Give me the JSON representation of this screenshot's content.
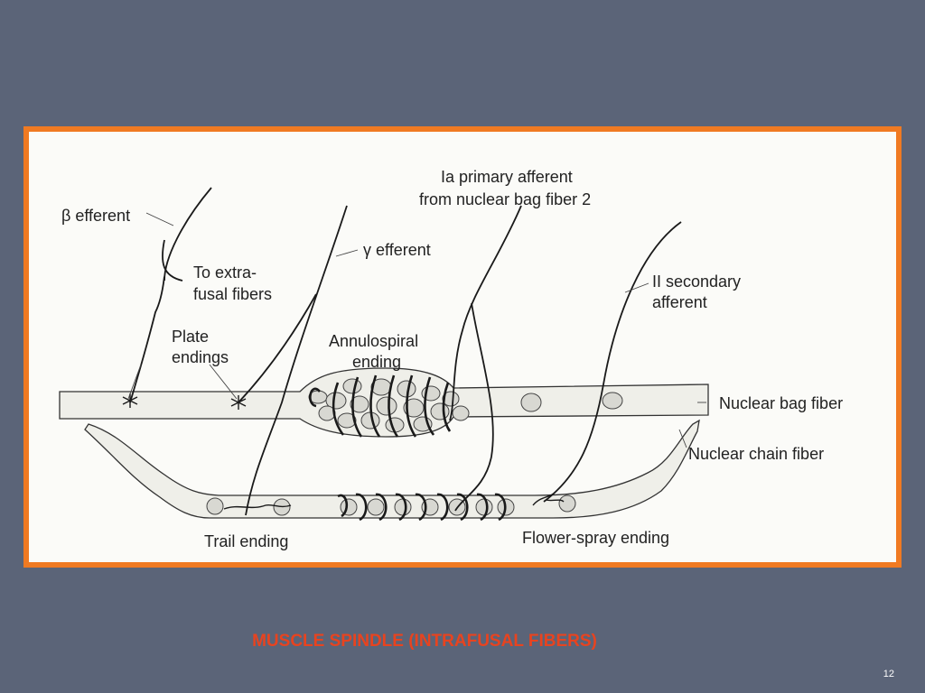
{
  "slide": {
    "caption": "MUSCLE SPINDLE (INTRAFUSAL FIBERS)",
    "page_number": "12"
  },
  "diagram": {
    "labels": {
      "beta_efferent": "β efferent",
      "to_extra_1": "To extra-",
      "to_extra_2": "fusal fibers",
      "gamma_efferent": "γ efferent",
      "ia_primary_1": "Ia primary afferent",
      "ia_primary_2": "from nuclear bag fiber 2",
      "ii_secondary_1": "II secondary",
      "ii_secondary_2": "afferent",
      "plate_1": "Plate",
      "plate_2": "endings",
      "annulo_1": "Annulospiral",
      "annulo_2": "ending",
      "nuclear_bag": "Nuclear bag fiber",
      "nuclear_chain": "Nuclear chain fiber",
      "trail_ending": "Trail ending",
      "flower_spray": "Flower-spray ending"
    }
  },
  "colors": {
    "background": "#5b6478",
    "frame_border": "#f07a22",
    "caption": "#e8431f"
  }
}
